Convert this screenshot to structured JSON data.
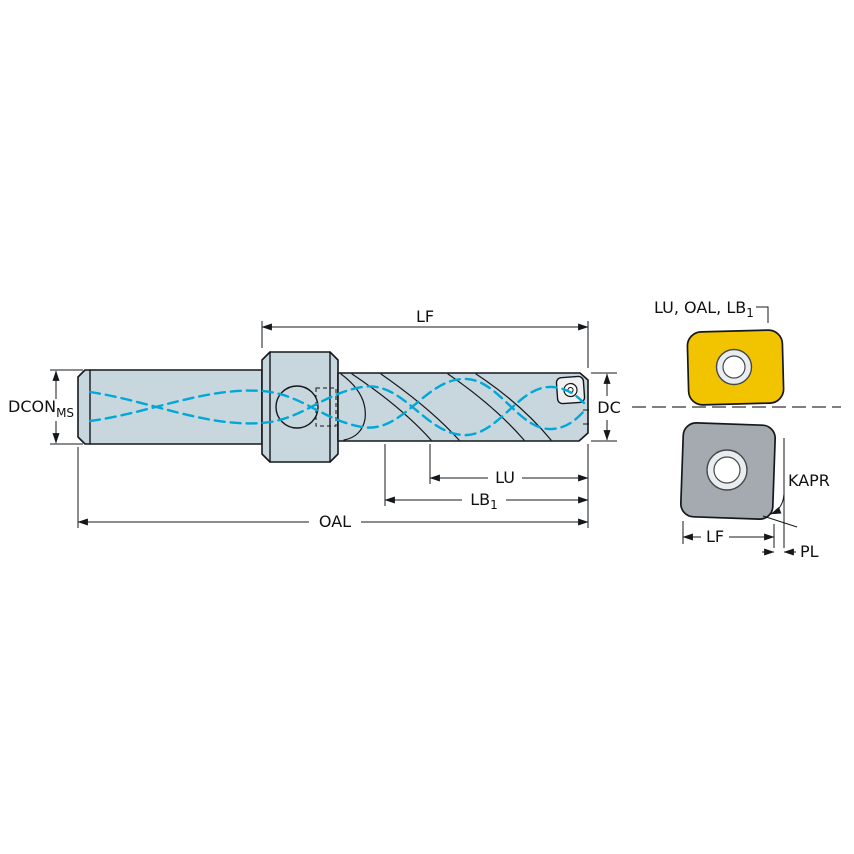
{
  "diagram": {
    "labels": {
      "lf": "LF",
      "dcon_main": "DCON",
      "dcon_sub": "MS",
      "dc": "DC",
      "lu": "LU",
      "lb1_main": "LB",
      "lb1_sub": "1",
      "oal": "OAL",
      "insert_ref_main": "LU, OAL, LB",
      "insert_ref_sub": "1",
      "kapr": "KAPR",
      "insert_lf": "LF",
      "pl": "PL"
    },
    "colors": {
      "background": "#ffffff",
      "body_fill": "#c8d6de",
      "outline": "#14181b",
      "coolant": "#00a8d8",
      "insert_yellow": "#f2c400",
      "insert_gray": "#a4aab0",
      "hole_ring": "#e9edf0"
    }
  }
}
